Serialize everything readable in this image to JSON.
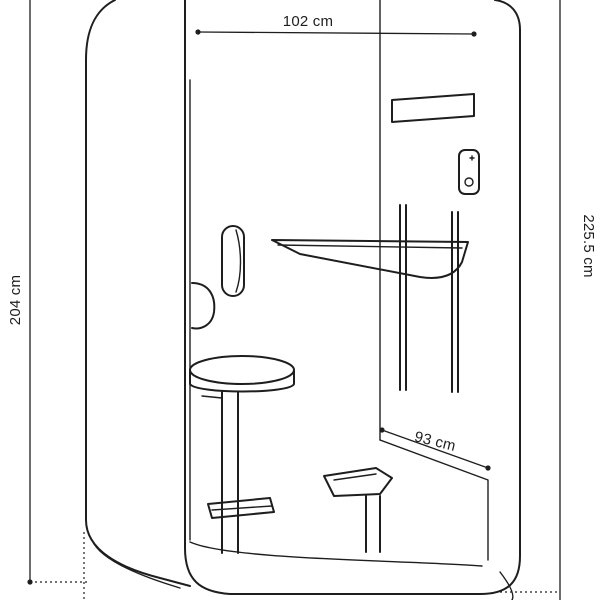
{
  "dimensions": {
    "width_label": "102 cm",
    "depth_label": "93 cm",
    "height_label": "204 cm",
    "total_height_label": "225.5 cm"
  },
  "colors": {
    "line": "#1e1e1e",
    "background": "#ffffff"
  }
}
